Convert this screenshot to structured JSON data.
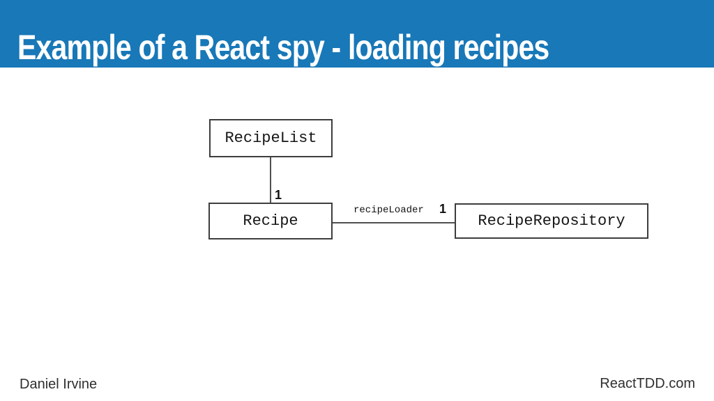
{
  "slide": {
    "title": "Example of a React spy - loading recipes",
    "footer_left": "Daniel Irvine",
    "footer_right": "ReactTDD.com"
  },
  "colors": {
    "header_bg": "#1878b8",
    "title_text": "#ffffff",
    "box_border": "#3d3d3d",
    "connector_line": "#4f4f4f",
    "diagram_text": "#161616",
    "footer_text": "#2f2f2f",
    "slide_bg": "#ffffff"
  },
  "diagram": {
    "type": "class-diagram",
    "nodes": [
      {
        "id": "recipe-list",
        "label": "RecipeList"
      },
      {
        "id": "recipe",
        "label": "Recipe"
      },
      {
        "id": "recipe-repository",
        "label": "RecipeRepository"
      }
    ],
    "edges": [
      {
        "from": "RecipeList",
        "to": "Recipe",
        "label": "",
        "multiplicity": "1",
        "orientation": "vertical"
      },
      {
        "from": "Recipe",
        "to": "RecipeRepository",
        "label": "recipeLoader",
        "multiplicity": "1",
        "orientation": "horizontal"
      }
    ]
  }
}
